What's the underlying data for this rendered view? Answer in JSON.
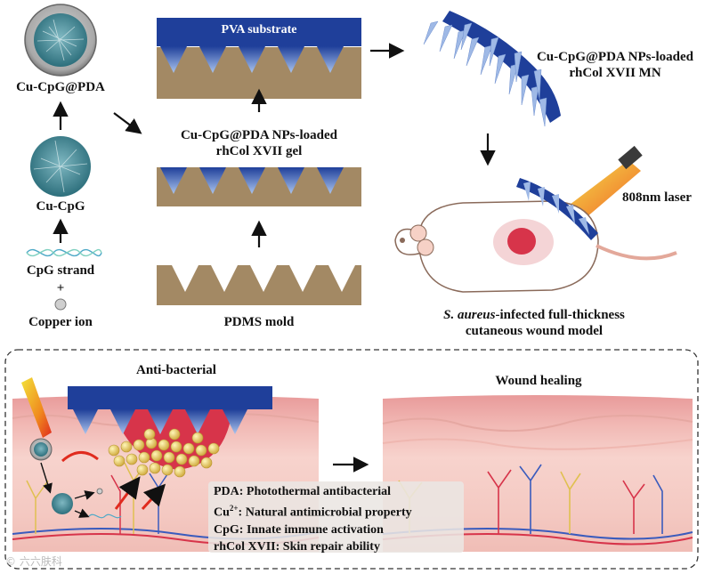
{
  "labels": {
    "cu_cpg_pda": "Cu-CpG@PDA",
    "cu_cpg": "Cu-CpG",
    "cpg_strand": "CpG strand",
    "plus": "+",
    "copper_ion": "Copper ion",
    "pva_substrate": "PVA substrate",
    "gel_line1": "Cu-CpG@PDA NPs-loaded",
    "gel_line2": "rhCol XVII gel",
    "pdms_mold": "PDMS mold",
    "mn_line1": "Cu-CpG@PDA NPs-loaded",
    "mn_line2": "rhCol XVII MN",
    "laser": "808nm laser",
    "wound_italic": "S. aureus",
    "wound_line1_rest": "-infected full-thickness",
    "wound_line2": "cutaneous wound model",
    "anti_bacterial": "Anti-bacterial",
    "wound_healing": "Wound healing",
    "watermark": "© 六六肤科"
  },
  "legend": {
    "pda": "PDA: Photothermal antibacterial",
    "cu_prefix": "Cu",
    "cu_sup": "2+",
    "cu_rest": ": Natural antimicrobial property",
    "cpg": "CpG: Innate immune activation",
    "rhcol": "rhCol XVII: Skin repair ability"
  },
  "colors": {
    "pva_blue": "#1f3f9a",
    "mold_brown": "#a38964",
    "skin_pink": "#f3c6c3",
    "wound_red": "#d7344a",
    "particle_gold": "#e6cc5a",
    "laser_red": "#e02b1e"
  }
}
